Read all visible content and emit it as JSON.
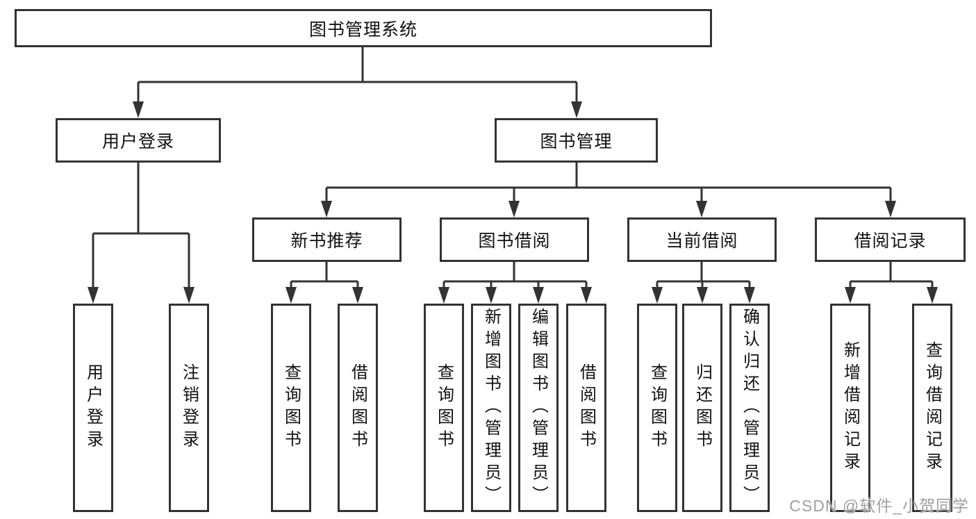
{
  "tree": {
    "label": "图书管理系统",
    "children": [
      {
        "label": "用户登录",
        "children": [
          {
            "label": "用户登录"
          },
          {
            "label": "注销登录"
          }
        ]
      },
      {
        "label": "图书管理",
        "children": [
          {
            "label": "新书推荐",
            "children": [
              {
                "label": "查询图书"
              },
              {
                "label": "借阅图书"
              }
            ]
          },
          {
            "label": "图书借阅",
            "children": [
              {
                "label": "查询图书"
              },
              {
                "label": "新增图书（管理员）"
              },
              {
                "label": "编辑图书（管理员）"
              },
              {
                "label": "借阅图书"
              }
            ]
          },
          {
            "label": "当前借阅",
            "children": [
              {
                "label": "查询图书"
              },
              {
                "label": "归还图书"
              },
              {
                "label": "确认归还（管理员）"
              }
            ]
          },
          {
            "label": "借阅记录",
            "children": [
              {
                "label": "新增借阅记录"
              },
              {
                "label": "查询借阅记录"
              }
            ]
          }
        ]
      }
    ]
  },
  "watermark": {
    "text": "CSDN @软件_小贺同学"
  },
  "colors": {
    "line": "#333333",
    "box_border": "#333333",
    "box_background": "#ffffff",
    "text": "#111111",
    "watermark": "#9ca0a4",
    "page_background": "#ffffff"
  }
}
